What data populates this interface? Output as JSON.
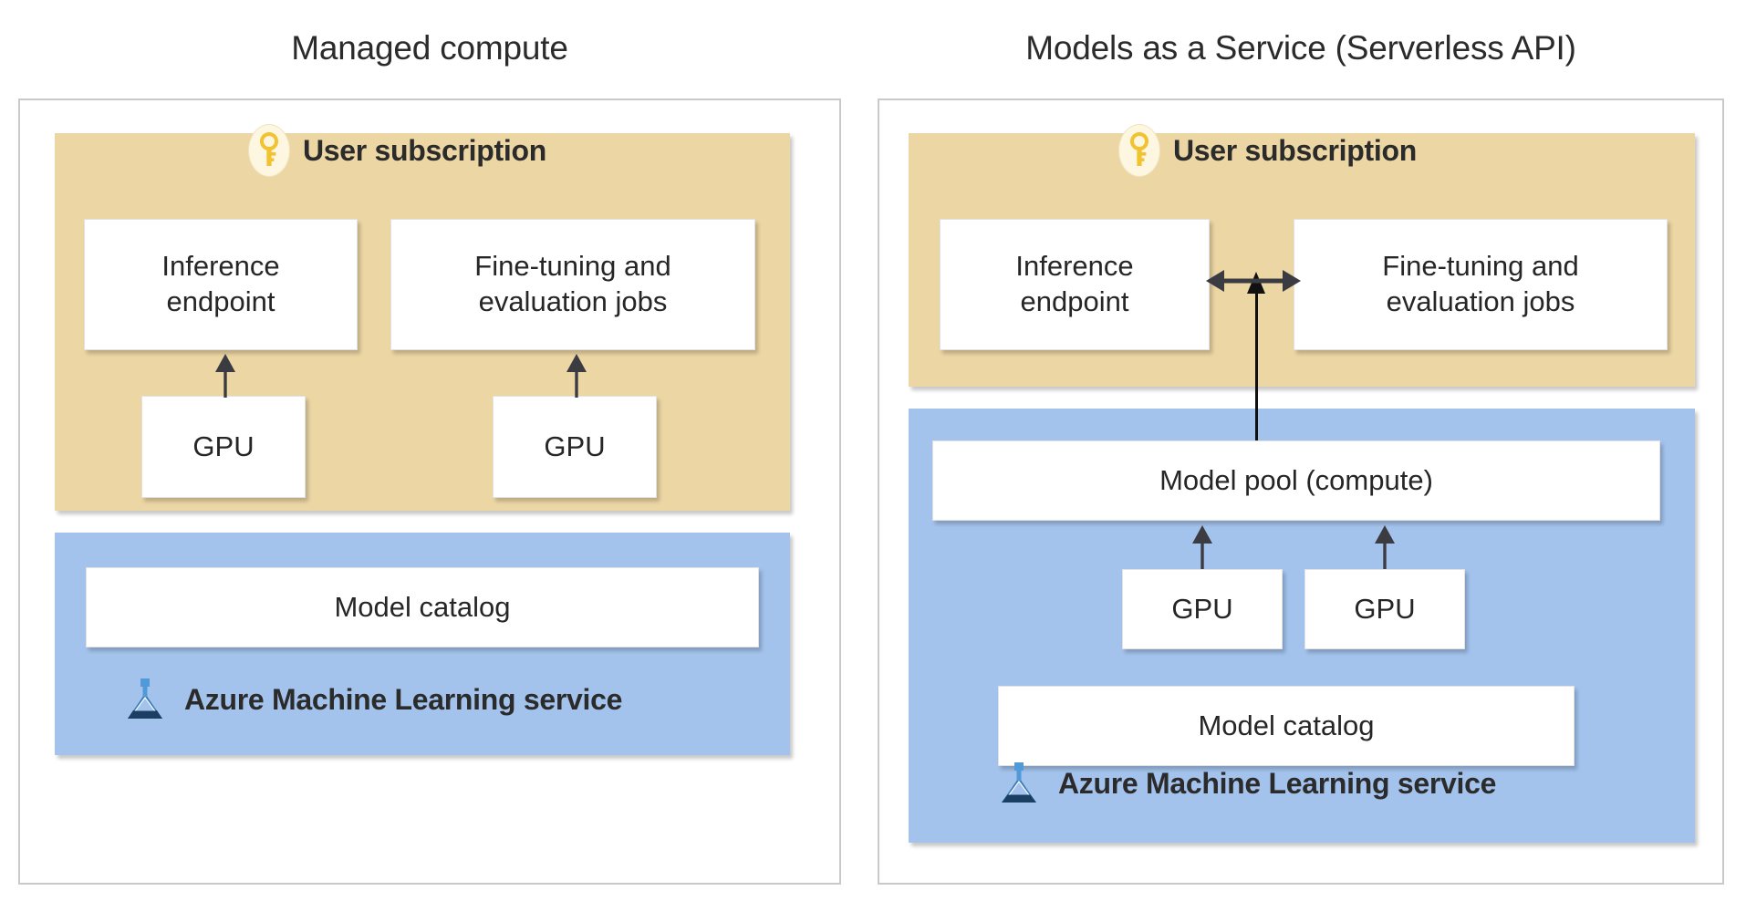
{
  "diagram": {
    "title_left": "Managed compute",
    "title_right": "Models as a Service (Serverless API)",
    "colors": {
      "user_subscription_zone": "#ecd6a4",
      "azure_service_zone": "#a3c3ed",
      "box_fill": "#ffffff",
      "frame_border": "#c9c9c9",
      "text": "#262626",
      "key_icon": "#f2c230",
      "azure_logo_light": "#4f9ad7",
      "azure_logo_mid": "#3a7ebc",
      "azure_logo_dark": "#1b3f63"
    }
  },
  "panels": {
    "managed_compute": {
      "title": "Managed compute",
      "user_subscription": {
        "label": "User subscription",
        "icon": "key-icon",
        "boxes": [
          {
            "label": "Inference\nendpoint",
            "line1": "Inference",
            "line2": "endpoint"
          },
          {
            "label": "Fine-tuning and\nevaluation jobs",
            "line1": "Fine-tuning and",
            "line2": "evaluation jobs"
          },
          {
            "label": "GPU"
          },
          {
            "label": "GPU"
          }
        ]
      },
      "azure_service": {
        "label": "Azure Machine Learning service",
        "icon": "azure-machine-learning-logo",
        "boxes": [
          {
            "label": "Model catalog"
          }
        ]
      }
    },
    "models_as_a_service": {
      "title": "Models as a Service (Serverless API)",
      "user_subscription": {
        "label": "User subscription",
        "icon": "key-icon",
        "boxes": [
          {
            "label": "Inference\nendpoint",
            "line1": "Inference",
            "line2": "endpoint"
          },
          {
            "label": "Fine-tuning and\nevaluation jobs",
            "line1": "Fine-tuning and",
            "line2": "evaluation jobs"
          }
        ]
      },
      "azure_service": {
        "label": "Azure Machine Learning service",
        "icon": "azure-machine-learning-logo",
        "boxes": [
          {
            "label": "Model pool (compute)"
          },
          {
            "label": "GPU"
          },
          {
            "label": "GPU"
          },
          {
            "label": "Model catalog"
          }
        ]
      }
    }
  },
  "connectors": [
    {
      "name": "gpu-to-inference-endpoint-left",
      "type": "arrow-up"
    },
    {
      "name": "gpu-to-finetuning-left",
      "type": "arrow-up"
    },
    {
      "name": "inference-to-finetuning-right",
      "type": "double-arrow-horizontal"
    },
    {
      "name": "model-pool-to-user-subscription-right",
      "type": "arrow-up-long"
    },
    {
      "name": "gpu1-to-model-pool-right",
      "type": "arrow-up"
    },
    {
      "name": "gpu2-to-model-pool-right",
      "type": "arrow-up"
    }
  ]
}
